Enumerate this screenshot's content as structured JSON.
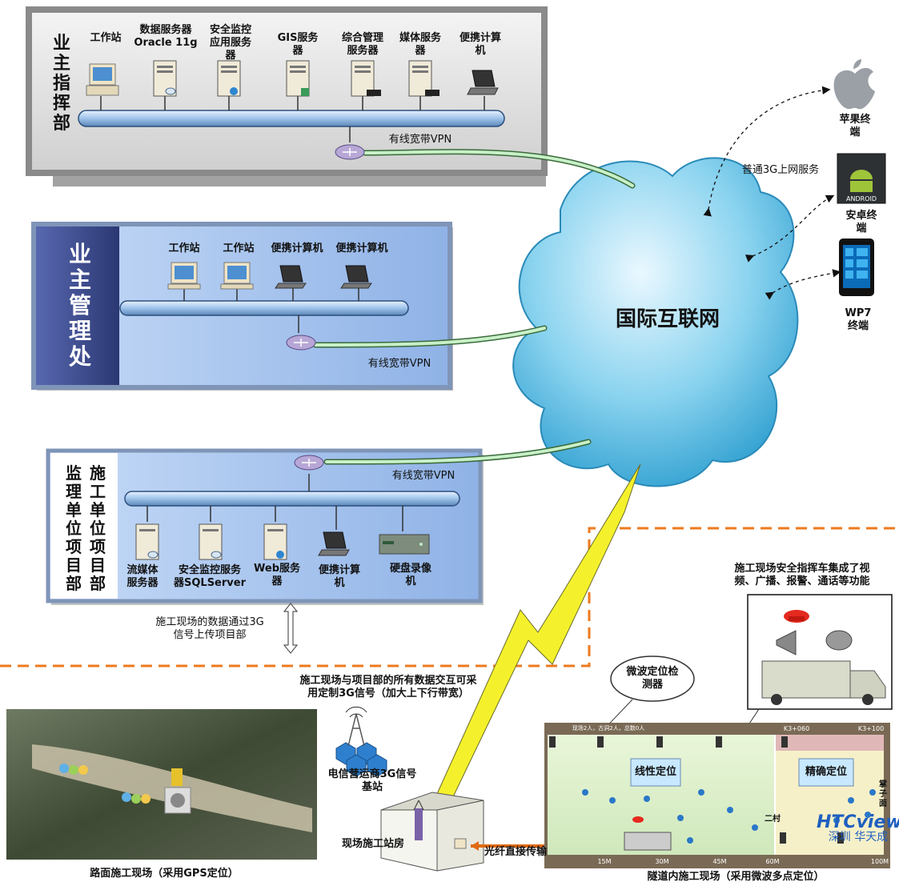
{
  "panel_command": {
    "title": "业\n主\n指\n挥\n部",
    "devices": [
      {
        "label": "工作站",
        "icon": "workstation"
      },
      {
        "label": "数据服务器\nOracle 11g",
        "icon": "db-server"
      },
      {
        "label": "安全监控\n应用服务\n器",
        "icon": "app-server"
      },
      {
        "label": "GIS服务\n器",
        "icon": "gis-server"
      },
      {
        "label": "综合管理\n服务器",
        "icon": "mgmt-server"
      },
      {
        "label": "媒体服务\n器",
        "icon": "media-server"
      },
      {
        "label": "便携计算\n机",
        "icon": "laptop"
      }
    ],
    "vpn_label": "有线宽带VPN"
  },
  "panel_management": {
    "title": "业\n主\n管\n理\n处",
    "devices": [
      {
        "label": "工作站",
        "icon": "workstation"
      },
      {
        "label": "工作站",
        "icon": "workstation"
      },
      {
        "label": "便携计算机",
        "icon": "laptop"
      },
      {
        "label": "便携计算机",
        "icon": "laptop"
      }
    ],
    "vpn_label": "有线宽带VPN"
  },
  "panel_project": {
    "title_left": "监\n理\n单\n位\n项\n目\n部",
    "title_right": "施\n工\n单\n位\n项\n目\n部",
    "devices": [
      {
        "label": "流媒体\n服务器",
        "icon": "stream-server"
      },
      {
        "label": "安全监控服务\n器SQLServer",
        "icon": "monitor-server"
      },
      {
        "label": "Web服务\n器",
        "icon": "web-server"
      },
      {
        "label": "便携计算\n机",
        "icon": "laptop"
      },
      {
        "label": "硬盘录像\n机",
        "icon": "dvr"
      }
    ],
    "vpn_label": "有线宽带VPN"
  },
  "internet": {
    "label": "国际互联网"
  },
  "mobile": {
    "service_label": "普通3G上网服务",
    "terminals": [
      {
        "label": "苹果终\n端",
        "icon": "apple"
      },
      {
        "label": "安卓终\n端",
        "icon": "android"
      },
      {
        "label": "WP7\n终端",
        "icon": "windows-phone"
      }
    ]
  },
  "notes": {
    "upload": "施工现场的数据通过3G\n信号上传项目部",
    "interaction": "施工现场与项目部的所有数据交互可采\n用定制3G信号（加大上下行带宽）",
    "base_station": "电信营运商3G信号\n基站",
    "site_house": "现场施工站房",
    "fiber": "光纤直接传输",
    "microwave_detector": "微波定位检\n测器",
    "vehicle_desc": "施工现场安全指挥车集成了视\n频、广播、报警、通话等功能",
    "road_caption": "路面施工现场（采用GPS定位）",
    "tunnel_caption": "隧道内施工现场（采用微波多点定位）"
  },
  "tunnel_map": {
    "linear_label": "线性定位",
    "precise_label": "精确定位",
    "top_left": "现场2人，古洞2人，总数0人",
    "top_marker": "K3+060",
    "top_right": "K3+100",
    "village": "二村",
    "face_label": "掌\n子\n面",
    "scale": [
      "15M",
      "30M",
      "45M",
      "60M",
      "100M"
    ]
  },
  "watermark": {
    "brand": "HTCview",
    "text": "深圳 华天成"
  },
  "colors": {
    "cloud": "#4ab6e0",
    "vpn_link": "#c8f0c8",
    "dashed_boundary": "#ee7a1e",
    "panel_gray": "#d9d9d9",
    "panel_blue": "#a9c6ee",
    "title_bar": "#3b4a8a"
  }
}
